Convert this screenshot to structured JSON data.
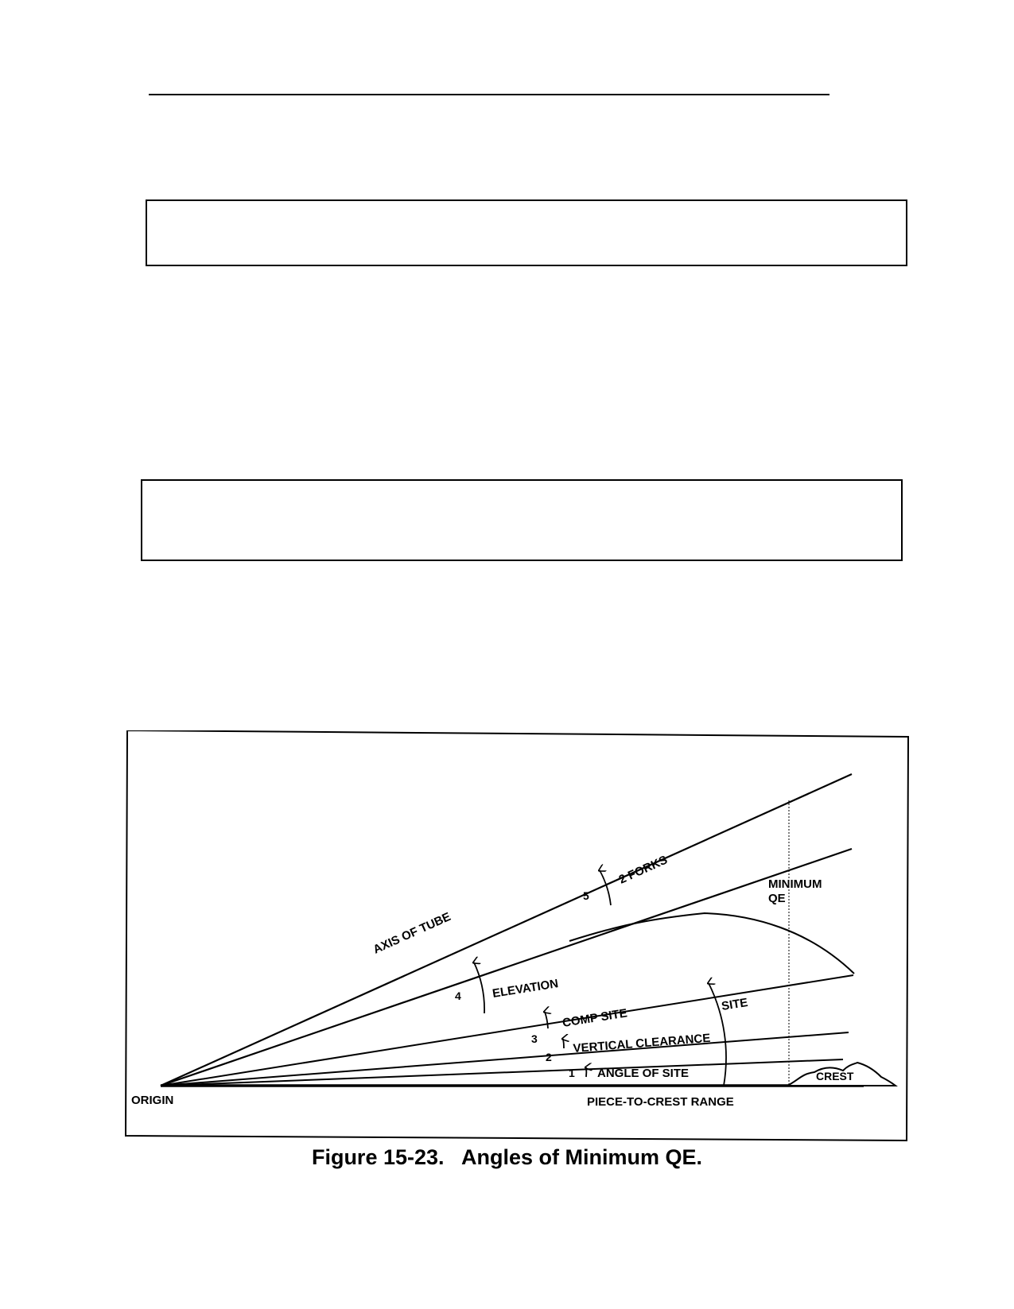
{
  "figure": {
    "labels": {
      "axis_of_tube": "AXIS OF TUBE",
      "two_forks": "2 FORKS",
      "num_5": "5",
      "minimum_qe": [
        "MINIMUM",
        "QE"
      ],
      "elevation": "ELEVATION",
      "num_4": "4",
      "site": "SITE",
      "comp_site": "COMP SITE",
      "num_3": "3",
      "vertical_clearance": "VERTICAL CLEARANCE",
      "num_2": "2",
      "angle_of_site": "ANGLE OF SITE",
      "num_1": "1",
      "crest": "CREST",
      "origin": "ORIGIN",
      "piece_to_crest_range": "PIECE-TO-CREST RANGE"
    },
    "caption_number": "Figure 15-23.",
    "caption_title": "Angles of Minimum QE."
  }
}
